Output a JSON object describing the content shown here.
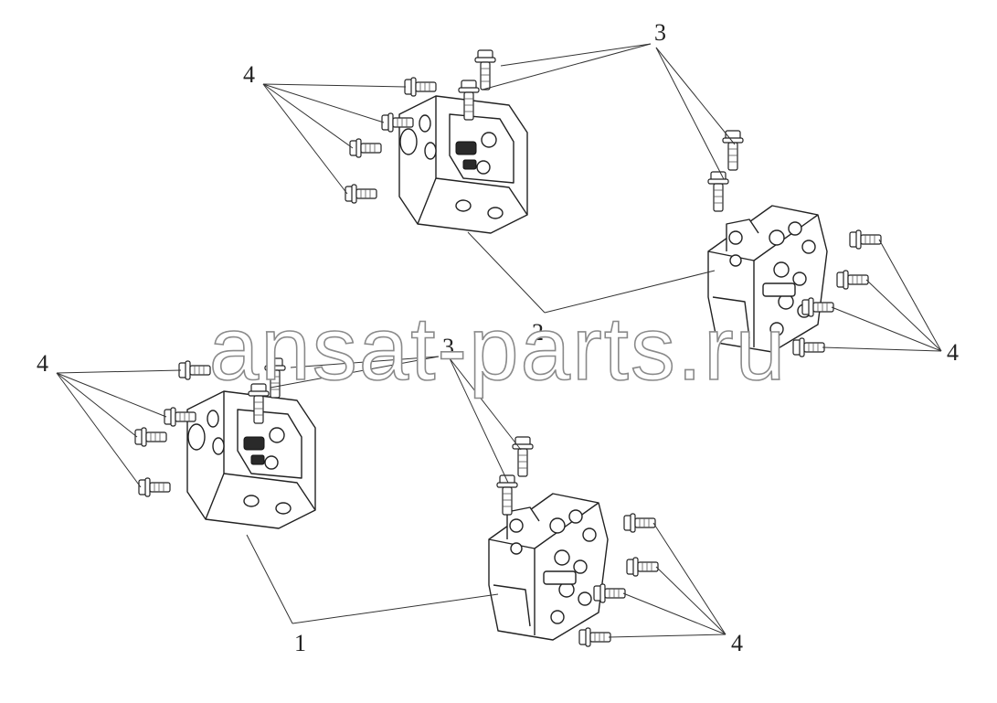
{
  "watermark": "ansat-parts.ru",
  "callouts": {
    "c1": "1",
    "c2": "2",
    "c3_top": "3",
    "c3_mid": "3",
    "c4_top_left": "4",
    "c4_right": "4",
    "c4_mid_left": "4",
    "c4_bottom_right": "4"
  }
}
